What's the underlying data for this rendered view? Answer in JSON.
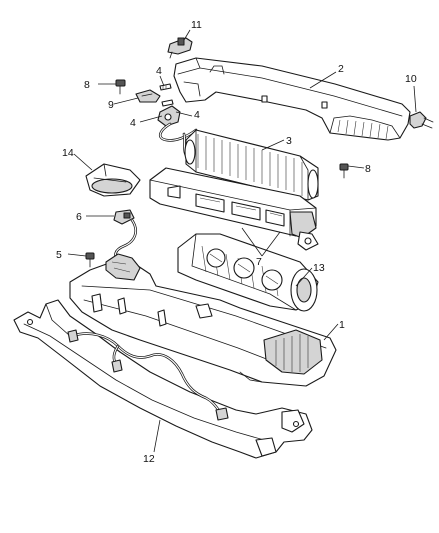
{
  "diagram": {
    "callouts": {
      "c1": "1",
      "c2": "2",
      "c3": "3",
      "c4a": "4",
      "c4b": "4",
      "c4c": "4",
      "c5": "5",
      "c6": "6",
      "c7": "7",
      "c8a": "8",
      "c8b": "8",
      "c9": "9",
      "c10": "10",
      "c11": "11",
      "c12": "12",
      "c13": "13",
      "c14": "14"
    }
  }
}
